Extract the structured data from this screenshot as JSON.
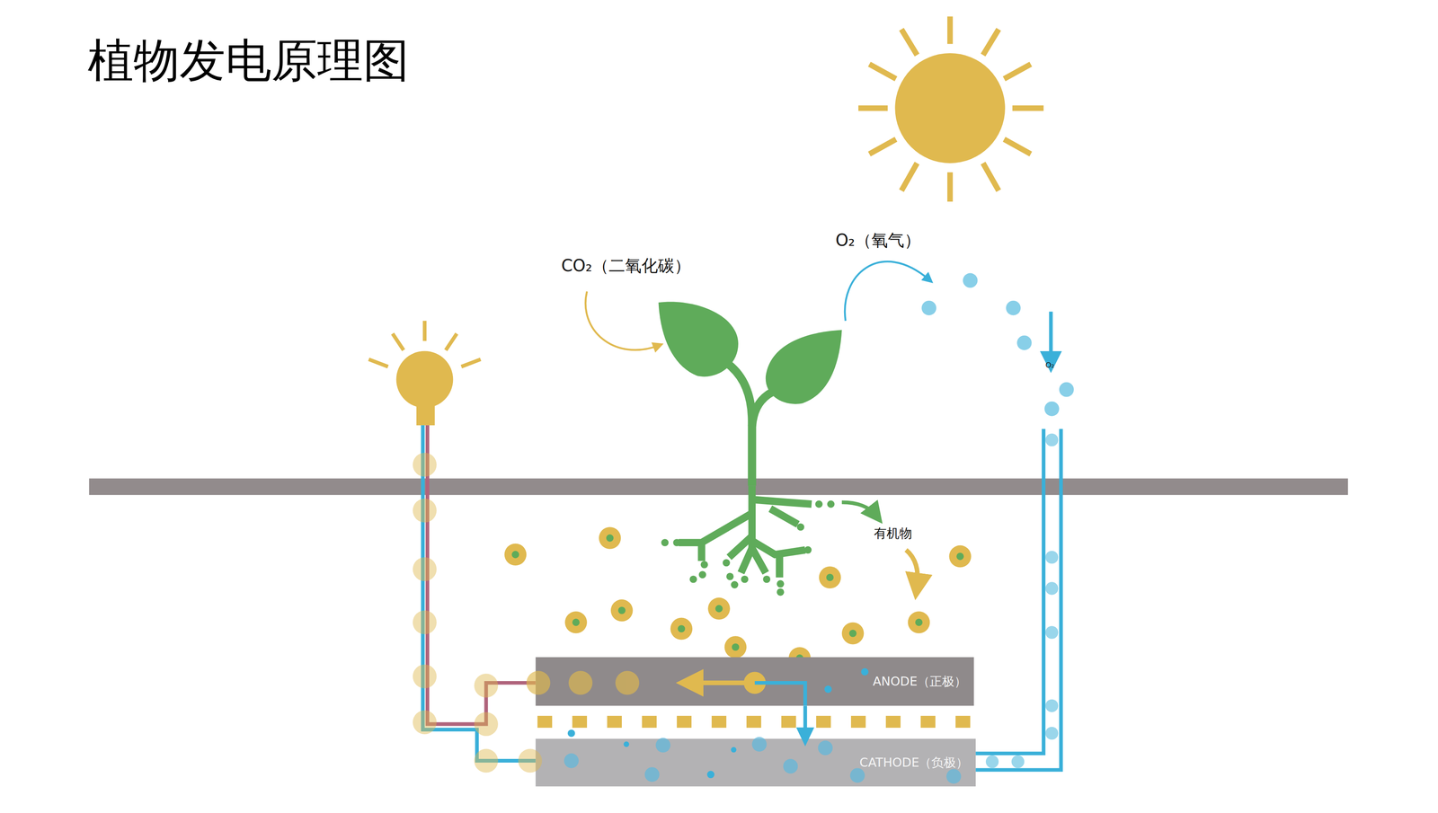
{
  "diagram": {
    "title": "植物发电原理图",
    "nodes": [
      {
        "text": [
          "ANODE（正极）"
        ]
      },
      {
        "text": [
          "CATHODE（负极）"
        ]
      }
    ],
    "edges": [
      {
        "from": 0,
        "to": 1,
        "arrow": "to"
      }
    ],
    "labels": [
      "CO₂（二氧化碳）",
      "O₂（氧气）",
      "O₂",
      "有机物"
    ]
  }
}
